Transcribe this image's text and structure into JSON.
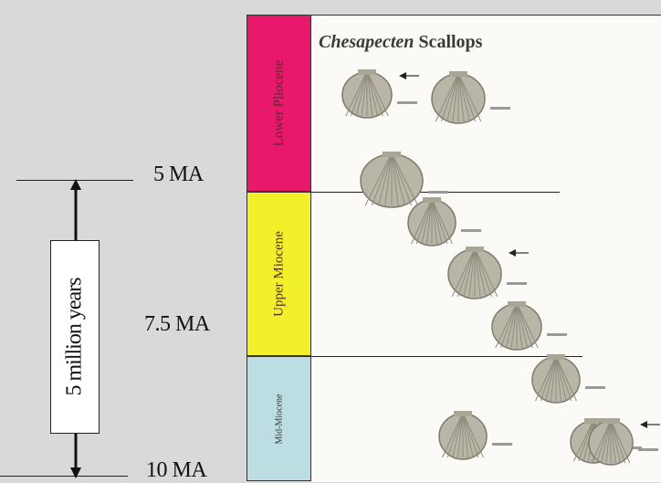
{
  "time_scale": {
    "markers": [
      {
        "label": "5 MA"
      },
      {
        "label": "7.5 MA"
      },
      {
        "label": "10 MA"
      }
    ],
    "span_label": "5 million years"
  },
  "epochs": [
    {
      "name": "Lower Pliocene",
      "color": "#e8186b"
    },
    {
      "name": "Upper Miocene",
      "color": "#f1f02a"
    },
    {
      "name": "Mid-Miocene",
      "color": "#bcdee3"
    }
  ],
  "panel": {
    "title_genus": "Chesapecten",
    "title_rest": " Scallops"
  },
  "fossils": [
    {
      "name": "scallop-1",
      "arrow": true
    },
    {
      "name": "scallop-2",
      "arrow": false
    },
    {
      "name": "scallop-3",
      "arrow": false
    },
    {
      "name": "scallop-4",
      "arrow": false
    },
    {
      "name": "scallop-5",
      "arrow": true
    },
    {
      "name": "scallop-6",
      "arrow": false
    },
    {
      "name": "scallop-7",
      "arrow": false
    },
    {
      "name": "scallop-8",
      "arrow": false
    },
    {
      "name": "scallop-9",
      "arrow": false
    },
    {
      "name": "scallop-10",
      "arrow": true
    }
  ]
}
